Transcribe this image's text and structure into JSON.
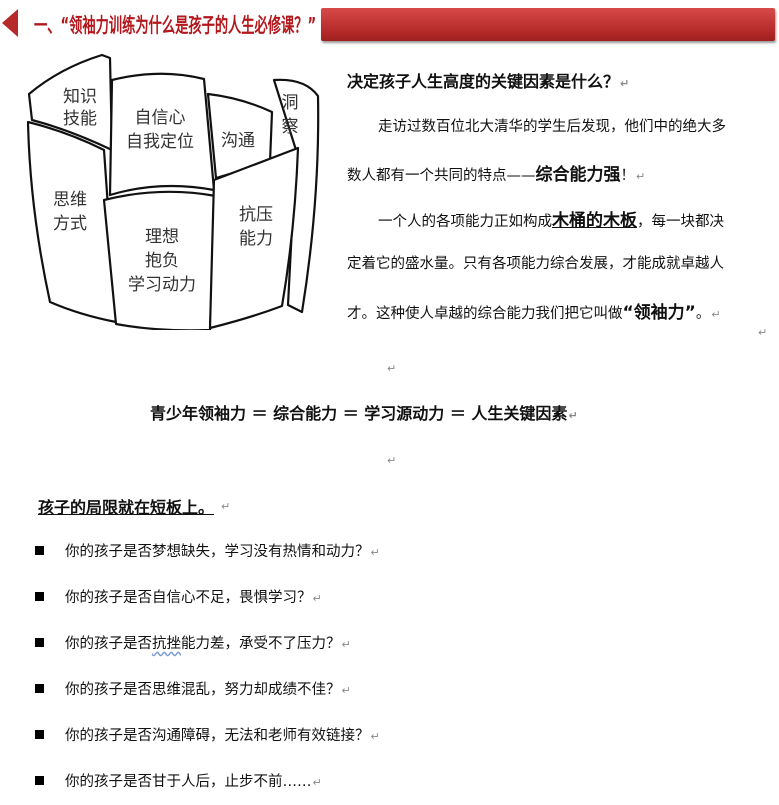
{
  "header": {
    "title": "一、“领袖力训练为什么是孩子的人生必修课？”",
    "accent_color": "#b3161b"
  },
  "barrel": {
    "staves": [
      "知识\n技能",
      "自信心\n自我定位",
      "沟通",
      "洞\n察",
      "思维\n方式",
      "理想\n抱负\n学习动力",
      "抗压\n能力"
    ]
  },
  "intro": {
    "question": "决定孩子人生高度的关键因素是什么？",
    "p1_a": "走访过数百位北大清华的学生后发现，他们中的绝大多",
    "p1_b": "数人都有一个共同的特点——",
    "p1_em": "综合能力强",
    "p1_end": "！",
    "p2_a": "一个人的各项能力正如构成",
    "p2_em": "木桶的木板",
    "p2_b": "，每一块都决",
    "p2_c": "定着它的盛水量。只有各项能力综合发展，才能成就卓越人",
    "p2_d": "才。这种使人卓越的综合能力我们把它叫做",
    "p2_em2": "“领袖力”",
    "p2_end": "。"
  },
  "formula": "青少年领袖力 ＝ 综合能力 ＝ 学习源动力 ＝ 人生关键因素",
  "limit_heading": "孩子的局限就在短板上。",
  "questions": [
    "你的孩子是否梦想缺失，学习没有热情和动力？",
    "你的孩子是否自信心不足，畏惧学习？",
    {
      "pre": "你的孩子是否",
      "wavy": "抗挫",
      "post": "能力差，承受不了压力？"
    },
    "你的孩子是否思维混乱，努力却成绩不佳？",
    "你的孩子是否沟通障碍，无法和老师有效链接？",
    "你的孩子是否甘于人后，止步不前……"
  ],
  "return_mark": "↵"
}
